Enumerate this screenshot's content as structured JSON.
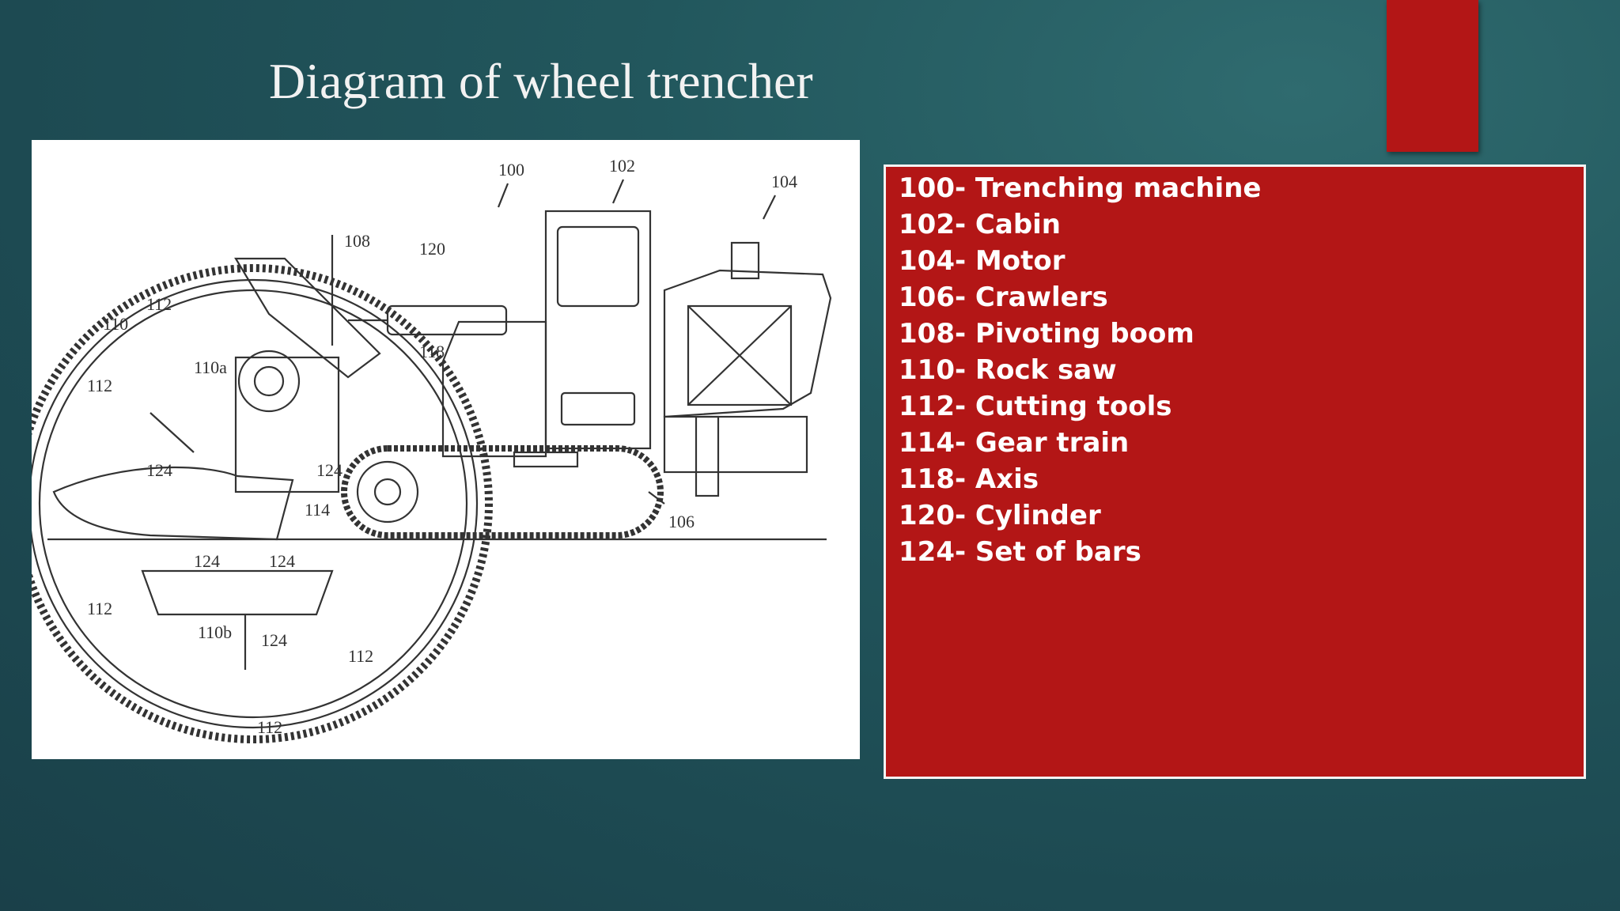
{
  "slide": {
    "title": "Diagram of wheel trencher",
    "accent_color": "#b31616"
  },
  "diagram": {
    "reference_labels": [
      "100",
      "102",
      "104",
      "106",
      "108",
      "110",
      "110a",
      "110b",
      "112",
      "114",
      "118",
      "120",
      "124"
    ]
  },
  "legend": {
    "items": [
      "100- Trenching machine",
      "102- Cabin",
      "104- Motor",
      "106- Crawlers",
      "108- Pivoting boom",
      "110- Rock saw",
      "112- Cutting tools",
      "114- Gear train",
      "118- Axis",
      "120- Cylinder",
      "124- Set of bars"
    ]
  }
}
